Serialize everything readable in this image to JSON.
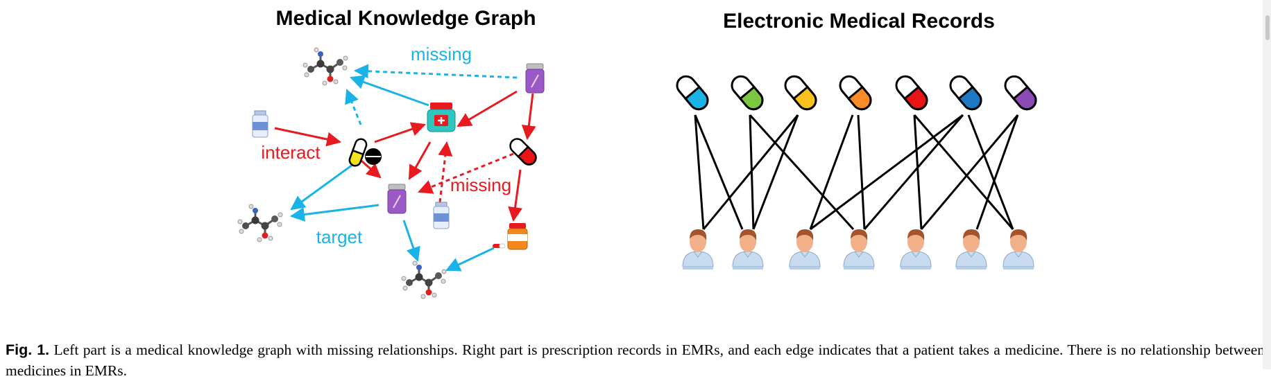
{
  "figure": {
    "left_title": "Medical Knowledge Graph",
    "right_title": "Electronic Medical Records",
    "labels": {
      "missing_top": "missing",
      "interact": "interact",
      "missing_mid": "missing",
      "target": "target"
    },
    "colors": {
      "interact_edge": "#e8191f",
      "target_edge": "#1ab3e8",
      "emr_edge": "#000000"
    },
    "emr_capsule_colors": [
      "#1ab3e8",
      "#7cc642",
      "#f6c21b",
      "#f98c27",
      "#e81416",
      "#1d78c4",
      "#8a4bb5"
    ]
  },
  "caption": {
    "label": "Fig. 1.",
    "text": " Left part is a medical knowledge graph with missing relationships. Right part is prescription records in EMRs, and each edge indicates that a patient takes a medicine. There is no relationship between medicines in EMRs."
  }
}
